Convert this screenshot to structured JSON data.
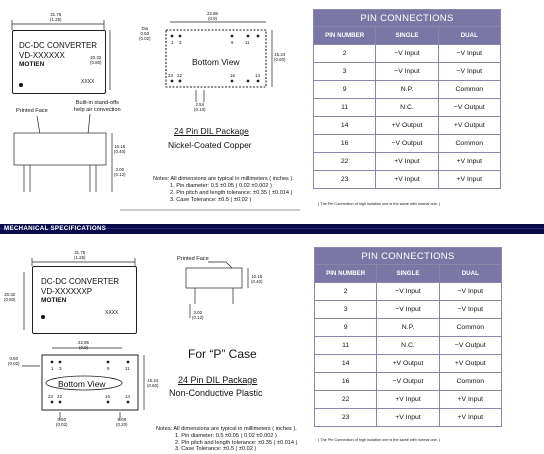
{
  "top": {
    "module_dim_width": "31.75\n(1.25)",
    "module_line1": "DC-DC CONVERTER",
    "module_line2": "VD-XXXXXX",
    "module_brand": "MOTIEN",
    "module_code": "XXXX",
    "module_dim_height": "20.32\n(0.80)",
    "label_printed_face": "Printed Face",
    "label_standoffs": "Built-in stand-offs\nhelp air convection",
    "side_dim_height": "10.16\n(0.40)",
    "side_dim_pin": "3.00\n(0.12)",
    "bottom_dim_width": "22.86\n(0.9)",
    "bottom_dim_pitch": "Dia\n0.50\n(0.02)",
    "bottom_view_label": "Bottom View",
    "pin_label_1": "1",
    "pin_label_3": "3",
    "pin_label_9": "9",
    "pin_label_11": "11",
    "pin_label_14": "14",
    "pin_label_16": "16",
    "pin_label_22": "22",
    "pin_label_23": "23",
    "bottom_dim_height": "15.24\n(0.60)",
    "bottom_dim_spacing": "2.54\n(0.10)",
    "package_line1": "24 Pin DIL Package",
    "package_line2": "Nickel-Coated Copper",
    "notes_title": "Notes: All dimensions are typical in millimeters ( inches ).",
    "notes": [
      "1. Pin diameter: 0.5 ±0.05 ( 0.02 ±0.002 )",
      "2. Pin pitch and length tolerance: ±0.35 ( ±0.014 )",
      "3. Case Tolerance: ±0.5 ( ±0.02 )"
    ],
    "table_footnote": "( The Pin Connection of high isolation one is the same with normal one. )"
  },
  "pin_table": {
    "title": "PIN CONNECTIONS",
    "headers": [
      "PIN NUMBER",
      "SINGLE",
      "DUAL"
    ],
    "rows_top": [
      [
        "2",
        "−V Input",
        "−V Input"
      ],
      [
        "3",
        "−V Input",
        "−V Input"
      ],
      [
        "9",
        "N.P.",
        "Common"
      ],
      [
        "11",
        "N.C.",
        "−V Output"
      ],
      [
        "14",
        "+V Output",
        "+V Output"
      ],
      [
        "16",
        "−V Output",
        "Common"
      ],
      [
        "22",
        "+V Input",
        "+V Input"
      ],
      [
        "23",
        "+V Input",
        "+V Input"
      ]
    ],
    "rows_bottom": [
      [
        "2",
        "−V Input",
        "−V Input"
      ],
      [
        "3",
        "−V Input",
        "−V Input"
      ],
      [
        "9",
        "N.P.",
        "Common"
      ],
      [
        "11",
        "N.C.",
        "−V Output"
      ],
      [
        "14",
        "+V Output",
        "+V Output"
      ],
      [
        "16",
        "−V Output",
        "Common"
      ],
      [
        "22",
        "+V Input",
        "+V Input"
      ],
      [
        "23",
        "+V Input",
        "+V Input"
      ]
    ]
  },
  "section_title": "MECHANICAL SPECIFICATIONS",
  "bottom": {
    "module_dim_width": "31.75\n(1.25)",
    "module_line1": "DC-DC CONVERTER",
    "module_line2": "VD-XXXXXXP",
    "module_brand": "MOTIEN",
    "module_code": "XXXX",
    "module_dim_height": "20.32\n(0.80)",
    "label_printed_face": "Printed Face",
    "side_dim_height": "10.16\n(0.40)",
    "side_dim_pin": "3.00\n(0.12)",
    "bottom_dim_width": "22.86\n(0.9)",
    "bottom_dim_pitch": "0.50\n(0.02)",
    "bottom_view_label": "Bottom View",
    "pin_label_1": "1",
    "pin_label_3": "3",
    "pin_label_9": "9",
    "pin_label_11": "11",
    "pin_label_14": "14",
    "pin_label_16": "16",
    "pin_label_22": "22",
    "pin_label_23": "23",
    "bottom_dim_height": "15.24\n(0.60)",
    "bottom_dim_left": "0.50\n(0.02)",
    "bottom_dim_right": "5.08\n(0.20)",
    "for_p_case": "For “P” Case",
    "package_line1": "24 Pin DIL Package",
    "package_line2": "Non-Conductive Plastic",
    "notes_title": "Notes: All dimensions are typical in millimeters ( inches ).",
    "notes": [
      "1. Pin diameter: 0.5 ±0.05 ( 0.02 ±0.002 )",
      "2. Pin pitch and length tolerance: ±0.35 ( ±0.014 )",
      "3. Case Tolerance: ±0.5 ( ±0.02 )"
    ],
    "table_footnote": "( The Pin Connection of high isolation one is the same with normal one. )"
  },
  "colors": {
    "table_header": "#7a76a6",
    "band": "#0a0a4a"
  }
}
